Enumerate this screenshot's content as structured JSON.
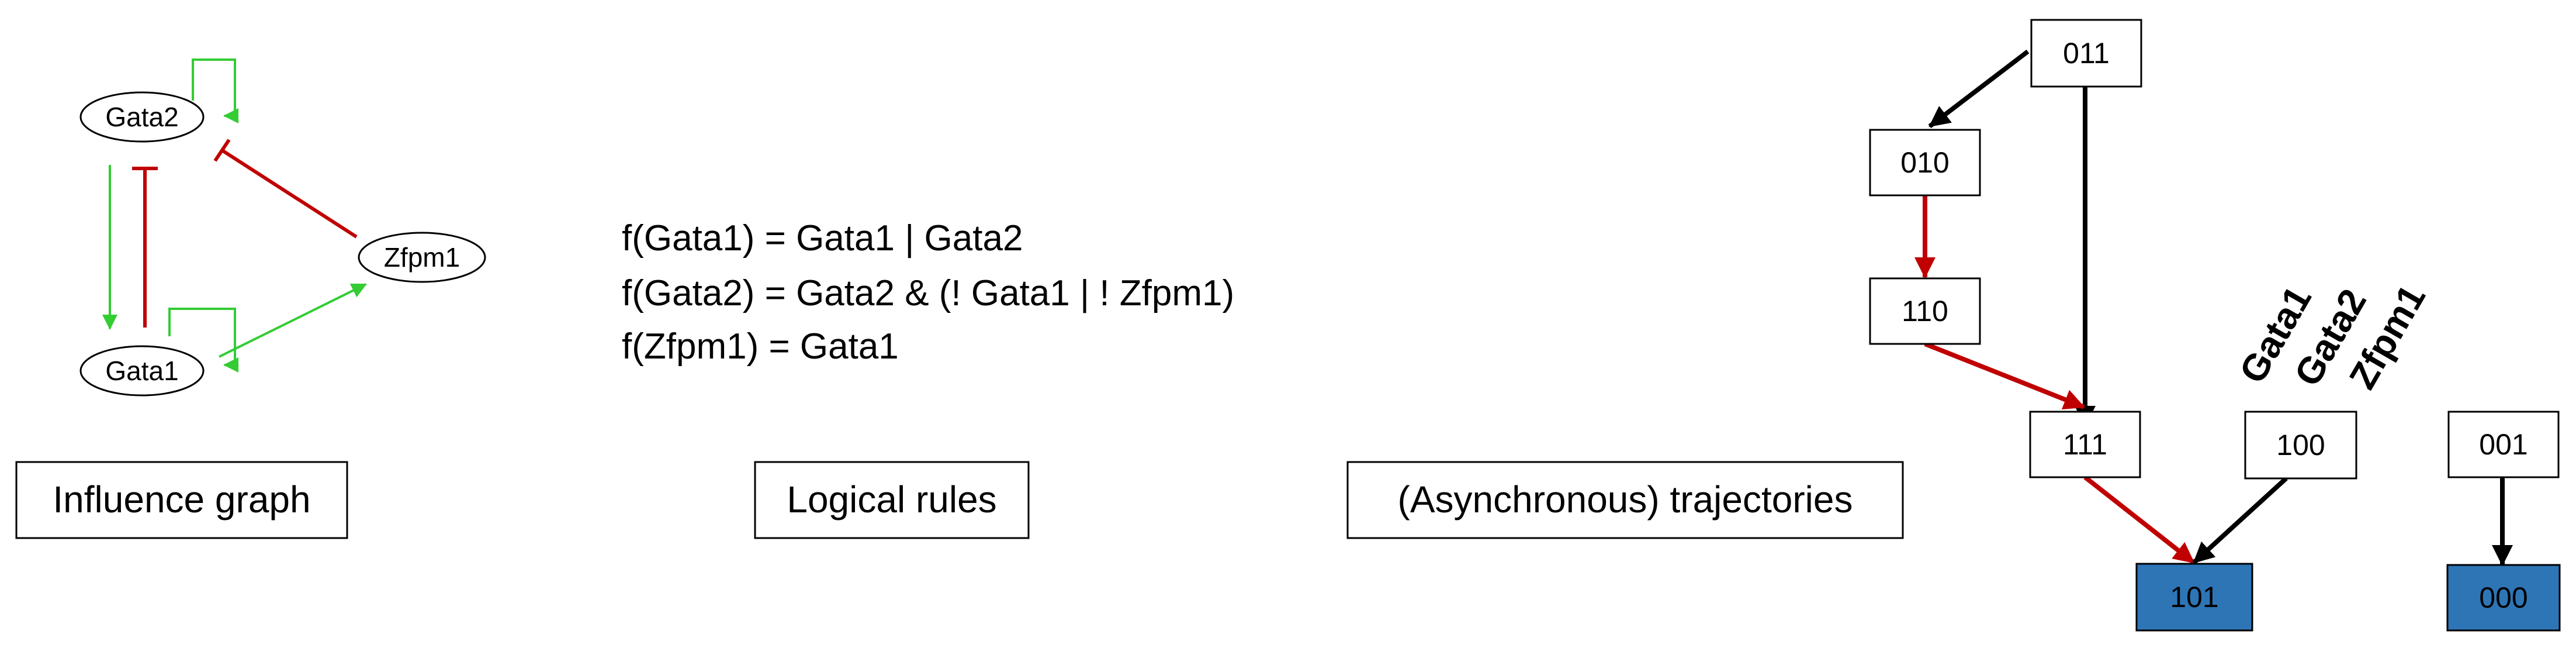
{
  "influence_graph": {
    "nodes": {
      "gata2": "Gata2",
      "gata1": "Gata1",
      "zfpm1": "Zfpm1"
    },
    "caption": "Influence graph",
    "activation_color": "#33cc33",
    "inhibition_color": "#c00000"
  },
  "logical_rules": {
    "rules": [
      "f(Gata1) = Gata1 | Gata2",
      "f(Gata2) = Gata2 & (! Gata1 | ! Zfpm1)",
      "f(Zfpm1) = Gata1"
    ],
    "caption": "Logical rules"
  },
  "trajectories": {
    "caption": "(Asynchronous) trajectories",
    "variable_order": [
      "Gata1",
      "Gata2",
      "Zfpm1"
    ],
    "states": {
      "s011": "011",
      "s010": "010",
      "s110": "110",
      "s111": "111",
      "s100": "100",
      "s001": "001",
      "s101": "101",
      "s000": "000"
    },
    "attractor_color": "#2e75b6",
    "highlight_color": "#c00000"
  }
}
